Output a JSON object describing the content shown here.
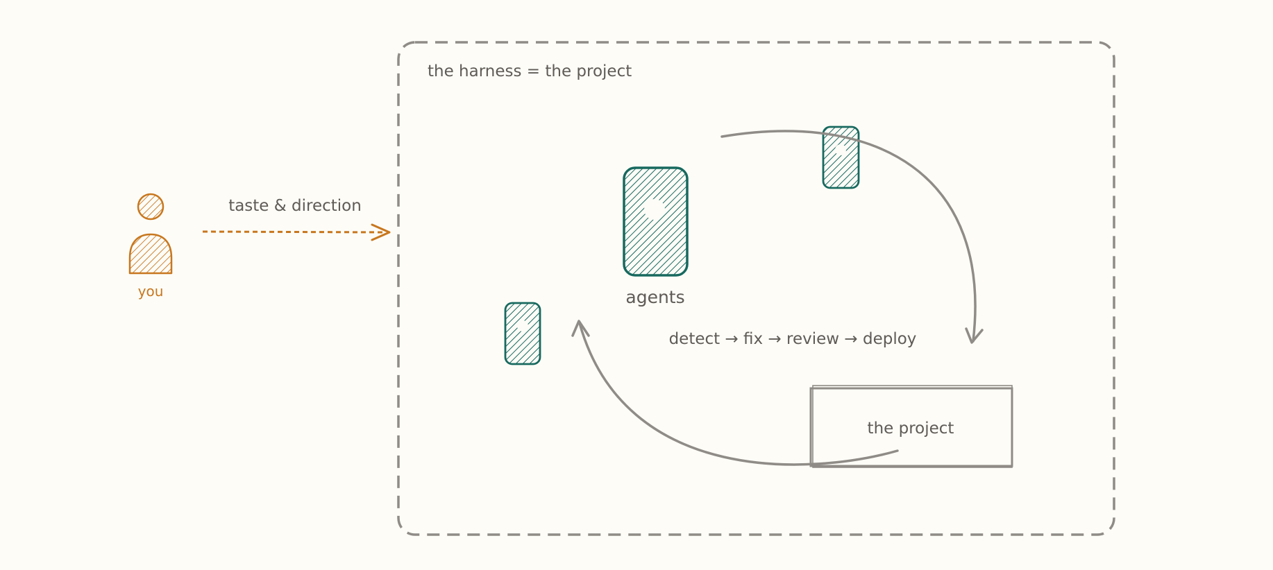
{
  "colors": {
    "background": "#fdfcf7",
    "ink": "#8f8b86",
    "text": "#5f5b57",
    "you": "#c8771e",
    "agents": "#17695f"
  },
  "icons": {
    "person": "person-icon",
    "agent": "agent-card-icon"
  },
  "labels": {
    "harness": "the harness = the project",
    "you": "you",
    "taste_direction": "taste & direction",
    "agents": "agents",
    "loop": "detect → fix → review → deploy",
    "project": "the project"
  }
}
